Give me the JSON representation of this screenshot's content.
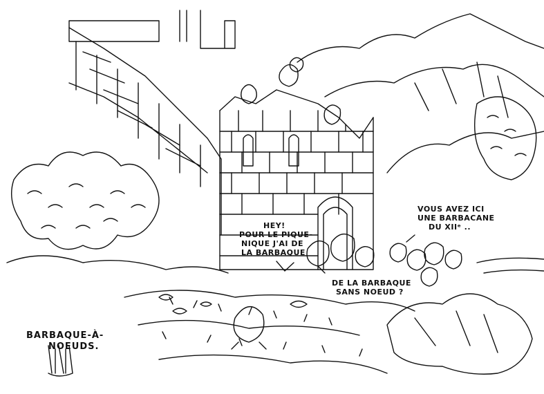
{
  "speech": {
    "hey": [
      "HEY!",
      "POUR LE PIQUE-",
      "NIQUE J'AI DE",
      "LA BARBAQUE"
    ],
    "sans_noeud": [
      "DE LA BARBAQUE",
      "SANS NOEUD ?"
    ],
    "guide": [
      "VOUS AVEZ ICI",
      "UNE BARBACANE",
      "DU XIIᵉ .."
    ]
  },
  "caption": [
    "BARBAQUE-À-",
    "NOEUDS."
  ],
  "colors": {
    "ink": "#111111",
    "paper": "#ffffff"
  }
}
